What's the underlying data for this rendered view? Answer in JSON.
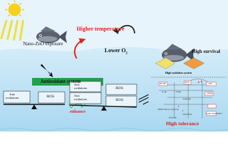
{
  "colors": {
    "sky_top": "#cfe9f7",
    "water": "#bfe3f5",
    "water_deep": "#a9d8f1",
    "accent_red": "#e2231a",
    "accent_green": "#22a04b",
    "sun": "#f5d11b",
    "ray": "#f1df3c"
  },
  "icons": {
    "sun": "sun-icon",
    "fish": "fish-icon",
    "cycle_arrow": "curved-arrow-icon",
    "heat_arrow": "heat-arrow-icon"
  },
  "labels": {
    "exposure": "Nano-ZnO exposure",
    "higher_temp": "Higher temperature",
    "lower_o2": "Lower O",
    "o2_sub": "2",
    "high_survival": "High survival",
    "antioxidant_system": "Antioxidant system",
    "enhance": "enhance",
    "high_tolerance": "High tolerance",
    "high_oxidation": "High oxidation system"
  },
  "balance_left": {
    "anti": "Anti\noxidations",
    "ros": "ROS"
  },
  "balance_right": {
    "anti": "Anti\noxidations",
    "ros": "ROS"
  },
  "pathway": {
    "nodes": [
      "NF-κB",
      "ROS",
      "AKT",
      "IL-1β",
      "TLR4",
      "Caspase",
      "mTOR",
      "Inflammatory response",
      "Apoptosis",
      "Survival",
      "Lipid metabolism"
    ]
  }
}
